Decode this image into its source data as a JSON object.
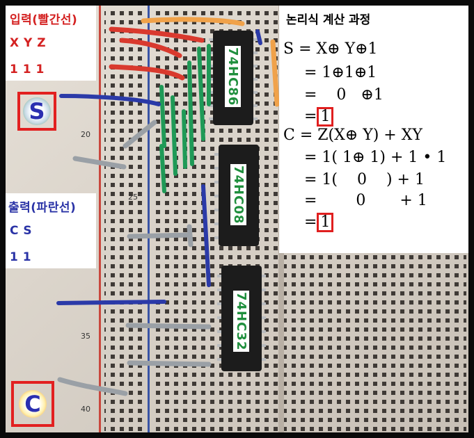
{
  "input_panel": {
    "title": "입력(빨간선)",
    "vars": "X Y Z",
    "values": "1 1 1"
  },
  "output_panel": {
    "title": "출력(파란선)",
    "vars": "C S",
    "values": "1 1"
  },
  "leds": {
    "s_label": "S",
    "c_label": "C"
  },
  "chips": [
    "74HC86",
    "74HC08",
    "74HC32"
  ],
  "breadboard_rows": [
    "20",
    "25",
    "35",
    "40"
  ],
  "formula": {
    "title": "논리식 계산 과정",
    "s_lines": [
      "S = X⊕ Y⊕1",
      "= 1⊕1⊕1",
      "=    0   ⊕1",
      "="
    ],
    "s_result": "1",
    "c_lines": [
      "C = Z(X⊕ Y) + XY",
      "= 1( 1⊕ 1) + 1 • 1",
      "= 1(    0    ) + 1",
      "=        0       + 1",
      "="
    ],
    "c_result": "1"
  },
  "colors": {
    "wire_red": "#d93a2e",
    "wire_blue": "#2b3aa8",
    "wire_green": "#1f9a57",
    "wire_gray": "#9aa0a6",
    "wire_orange": "#f0a24a",
    "chip": "#1c1c1c",
    "board": "#ddd6cc",
    "highlight": "#e01f1f"
  }
}
